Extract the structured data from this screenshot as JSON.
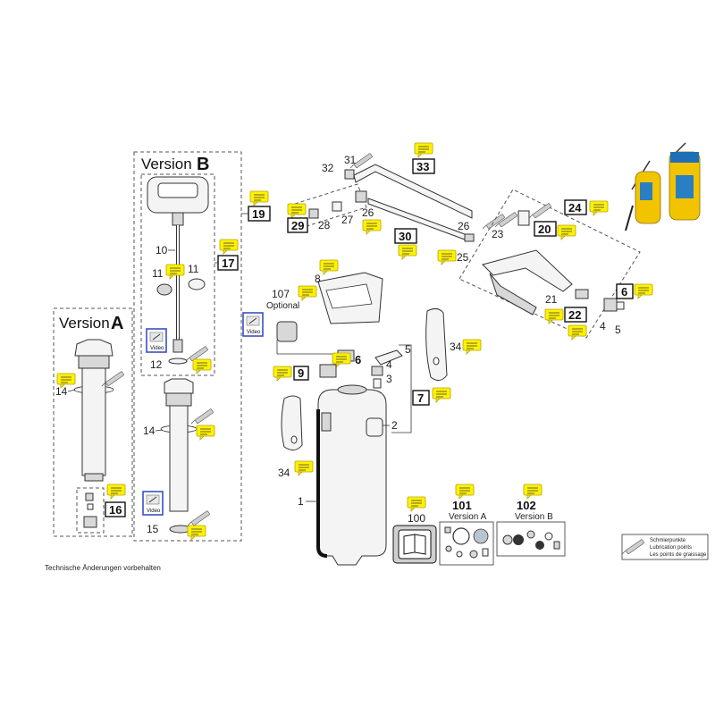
{
  "version_a": {
    "prefix": "Version",
    "letter": "A"
  },
  "version_b": {
    "prefix": "Version",
    "letter": "B"
  },
  "parts": {
    "p1": "1",
    "p2": "2",
    "p3": "3",
    "p4": "4",
    "p5": "5",
    "p6": "6",
    "p7": "7",
    "p8": "8",
    "p9": "9",
    "p10": "10",
    "p11a": "11",
    "p11b": "11",
    "p12": "12",
    "p14a": "14",
    "p14b": "14",
    "p15": "15",
    "p16": "16",
    "p17": "17",
    "p19": "19",
    "p20": "20",
    "p21": "21",
    "p22": "22",
    "p23": "23",
    "p24": "24",
    "p25": "25",
    "p26a": "26",
    "p26b": "26",
    "p27": "27",
    "p28": "28",
    "p29": "29",
    "p30": "30",
    "p31": "31",
    "p32": "32",
    "p33": "33",
    "p34a": "34",
    "p34b": "34",
    "p4b": "4",
    "p5b": "5",
    "p6b": "6",
    "p100": "100",
    "p101": "101",
    "p102": "102",
    "p107": "107"
  },
  "optional_label": "Optional",
  "kit_a_label": "Version A",
  "kit_b_label": "Version B",
  "video_label": "Video",
  "legend": {
    "de": "Schmierpunkte",
    "en": "Lubrication points",
    "fr": "Les points de graissage"
  },
  "footer_note": "Technische Änderungen vorbehalten",
  "colors": {
    "note_yellow": "#fff200",
    "video_blue": "#3b4fc4",
    "sprayer_yellow": "#f2c400",
    "sprayer_blue": "#1e6fb8"
  }
}
